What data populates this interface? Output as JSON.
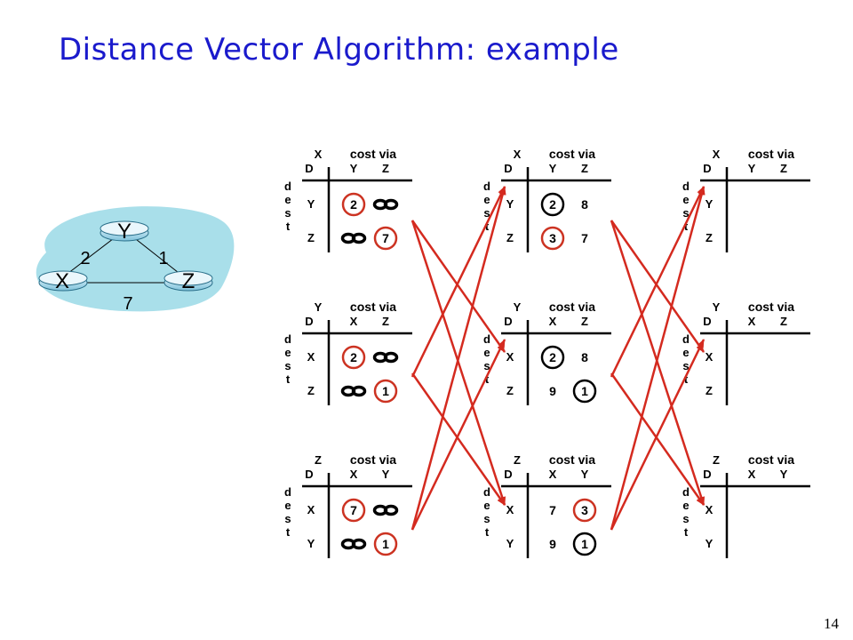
{
  "slide": {
    "title": "Distance Vector Algorithm: example",
    "page_number": "14"
  },
  "network": {
    "nodes": [
      "X",
      "Y",
      "Z"
    ],
    "links": [
      {
        "a": "X",
        "b": "Y",
        "cost": "2"
      },
      {
        "a": "Y",
        "b": "Z",
        "cost": "1"
      },
      {
        "a": "X",
        "b": "Z",
        "cost": "7"
      }
    ]
  },
  "labels": {
    "cost_via": "cost via",
    "D": "D",
    "dest": [
      "d",
      "e",
      "s",
      "t"
    ]
  },
  "colors": {
    "title": "#1a1acc",
    "arrow": "#d42a1f",
    "circle_red": "#cc3322",
    "cloud": "#a9dfea"
  },
  "tables": [
    {
      "col": 0,
      "row": 0,
      "node": "X",
      "via": [
        "Y",
        "Z"
      ],
      "dest": [
        "Y",
        "Z"
      ],
      "cells": [
        [
          "2",
          "∞"
        ],
        [
          "∞",
          "7"
        ]
      ],
      "circles": [
        [
          0,
          0,
          "red"
        ],
        [
          1,
          1,
          "red"
        ]
      ]
    },
    {
      "col": 0,
      "row": 1,
      "node": "Y",
      "via": [
        "X",
        "Z"
      ],
      "dest": [
        "X",
        "Z"
      ],
      "cells": [
        [
          "2",
          "∞"
        ],
        [
          "∞",
          "1"
        ]
      ],
      "circles": [
        [
          0,
          0,
          "red"
        ],
        [
          1,
          1,
          "red"
        ]
      ]
    },
    {
      "col": 0,
      "row": 2,
      "node": "Z",
      "via": [
        "X",
        "Y"
      ],
      "dest": [
        "X",
        "Y"
      ],
      "cells": [
        [
          "7",
          "∞"
        ],
        [
          "∞",
          "1"
        ]
      ],
      "circles": [
        [
          0,
          0,
          "red"
        ],
        [
          1,
          1,
          "red"
        ]
      ]
    },
    {
      "col": 1,
      "row": 0,
      "node": "X",
      "via": [
        "Y",
        "Z"
      ],
      "dest": [
        "Y",
        "Z"
      ],
      "cells": [
        [
          "2",
          "8"
        ],
        [
          "3",
          "7"
        ]
      ],
      "circles": [
        [
          0,
          0,
          "black"
        ],
        [
          1,
          0,
          "red"
        ]
      ]
    },
    {
      "col": 1,
      "row": 1,
      "node": "Y",
      "via": [
        "X",
        "Z"
      ],
      "dest": [
        "X",
        "Z"
      ],
      "cells": [
        [
          "2",
          "8"
        ],
        [
          "9",
          "1"
        ]
      ],
      "circles": [
        [
          0,
          0,
          "black"
        ],
        [
          1,
          1,
          "black"
        ]
      ]
    },
    {
      "col": 1,
      "row": 2,
      "node": "Z",
      "via": [
        "X",
        "Y"
      ],
      "dest": [
        "X",
        "Y"
      ],
      "cells": [
        [
          "7",
          "3"
        ],
        [
          "9",
          "1"
        ]
      ],
      "circles": [
        [
          0,
          1,
          "red"
        ],
        [
          1,
          1,
          "black"
        ]
      ]
    },
    {
      "col": 2,
      "row": 0,
      "node": "X",
      "via": [
        "Y",
        "Z"
      ],
      "dest": [
        "Y",
        "Z"
      ],
      "cells": [
        [
          "",
          ""
        ],
        [
          "",
          ""
        ]
      ],
      "circles": []
    },
    {
      "col": 2,
      "row": 1,
      "node": "Y",
      "via": [
        "X",
        "Z"
      ],
      "dest": [
        "X",
        "Z"
      ],
      "cells": [
        [
          "",
          ""
        ],
        [
          "",
          ""
        ]
      ],
      "circles": []
    },
    {
      "col": 2,
      "row": 2,
      "node": "Z",
      "via": [
        "X",
        "Y"
      ],
      "dest": [
        "X",
        "Y"
      ],
      "cells": [
        [
          "",
          ""
        ],
        [
          "",
          ""
        ]
      ],
      "circles": []
    }
  ],
  "arrows": [
    {
      "from": [
        0,
        0
      ],
      "to": [
        1,
        1
      ]
    },
    {
      "from": [
        0,
        0
      ],
      "to": [
        1,
        2
      ]
    },
    {
      "from": [
        0,
        1
      ],
      "to": [
        1,
        0
      ]
    },
    {
      "from": [
        0,
        1
      ],
      "to": [
        1,
        2
      ]
    },
    {
      "from": [
        0,
        2
      ],
      "to": [
        1,
        0
      ]
    },
    {
      "from": [
        0,
        2
      ],
      "to": [
        1,
        1
      ]
    },
    {
      "from": [
        1,
        0
      ],
      "to": [
        2,
        1
      ]
    },
    {
      "from": [
        1,
        0
      ],
      "to": [
        2,
        2
      ]
    },
    {
      "from": [
        1,
        1
      ],
      "to": [
        2,
        0
      ]
    },
    {
      "from": [
        1,
        1
      ],
      "to": [
        2,
        2
      ]
    },
    {
      "from": [
        1,
        2
      ],
      "to": [
        2,
        0
      ]
    },
    {
      "from": [
        1,
        2
      ],
      "to": [
        2,
        1
      ]
    }
  ]
}
